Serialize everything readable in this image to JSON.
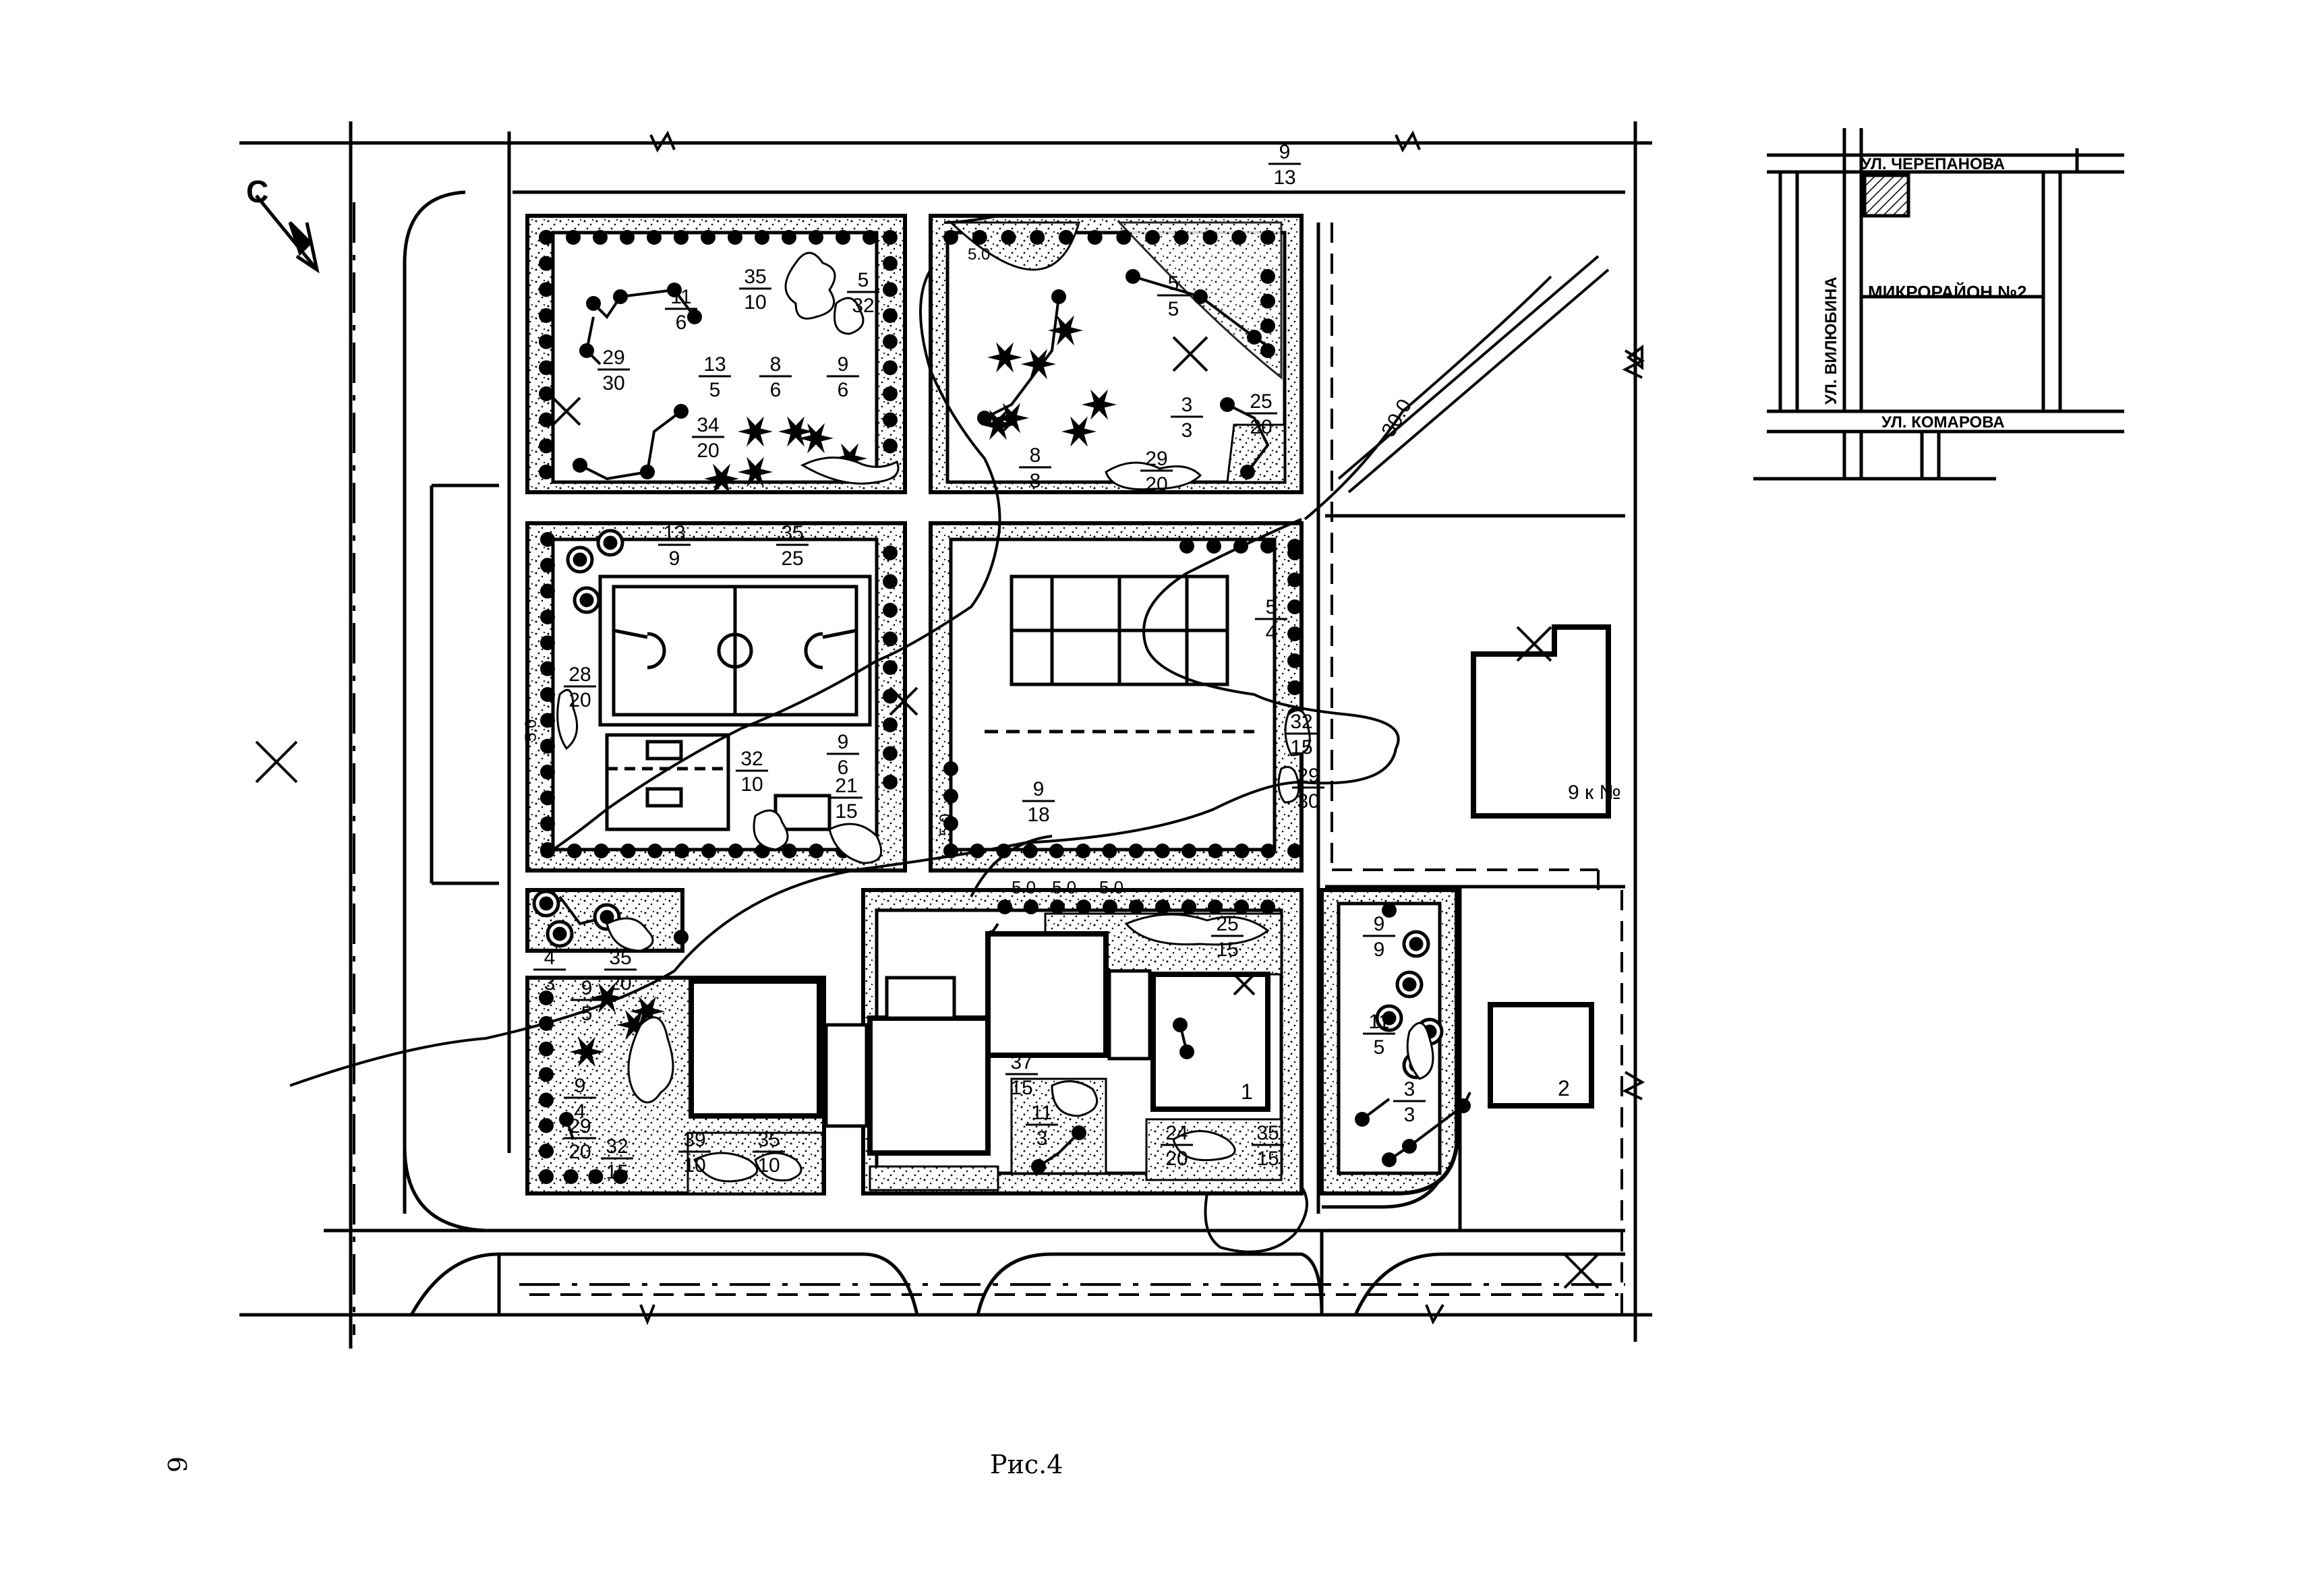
{
  "streets": {
    "cherepanova": "УЛ. ЧЕРЕПАНОВА",
    "vilyubina": "УЛ. ВИЛЮБИНА",
    "komarova": "УЛ. КОМАРОВА",
    "district": "МИКРОРАЙОН №2"
  },
  "north_label": "С",
  "building_labels": {
    "b1": "1",
    "b2": "2",
    "b9": "9 к №"
  },
  "dimensions": {
    "diag": "30.0",
    "d50": "5.0",
    "row": [
      "5.0",
      "5.0",
      "5.0"
    ]
  },
  "plant_labels": [
    {
      "n": "9",
      "d": "13"
    },
    {
      "n": "11",
      "d": "6"
    },
    {
      "n": "35",
      "d": "10"
    },
    {
      "n": "5",
      "d": "32"
    },
    {
      "n": "13",
      "d": "5"
    },
    {
      "n": "8",
      "d": "6"
    },
    {
      "n": "9",
      "d": "6"
    },
    {
      "n": "29",
      "d": "30"
    },
    {
      "n": "34",
      "d": "20"
    },
    {
      "n": "5",
      "d": "5"
    },
    {
      "n": "3",
      "d": "3"
    },
    {
      "n": "25",
      "d": "20"
    },
    {
      "n": "29",
      "d": "20"
    },
    {
      "n": "8",
      "d": "8"
    },
    {
      "n": "13",
      "d": "9"
    },
    {
      "n": "35",
      "d": "25"
    },
    {
      "n": "28",
      "d": "20"
    },
    {
      "n": "32",
      "d": "10"
    },
    {
      "n": "9",
      "d": "6"
    },
    {
      "n": "21",
      "d": "15"
    },
    {
      "n": "9",
      "d": "18"
    },
    {
      "n": "5",
      "d": "4"
    },
    {
      "n": "32",
      "d": "15"
    },
    {
      "n": "29",
      "d": "30"
    },
    {
      "n": "25",
      "d": "15"
    },
    {
      "n": "9",
      "d": "9"
    },
    {
      "n": "11",
      "d": "5"
    },
    {
      "n": "3",
      "d": "3"
    },
    {
      "n": "4",
      "d": "3"
    },
    {
      "n": "35",
      "d": "20"
    },
    {
      "n": "9",
      "d": "5"
    },
    {
      "n": "9",
      "d": "4"
    },
    {
      "n": "29",
      "d": "20"
    },
    {
      "n": "32",
      "d": "15"
    },
    {
      "n": "39",
      "d": "10"
    },
    {
      "n": "35",
      "d": "10"
    },
    {
      "n": "37",
      "d": "15"
    },
    {
      "n": "11",
      "d": "3"
    },
    {
      "n": "24",
      "d": "20"
    },
    {
      "n": "35",
      "d": "15"
    }
  ],
  "figure_caption": "Рис.4",
  "page_number": "6"
}
